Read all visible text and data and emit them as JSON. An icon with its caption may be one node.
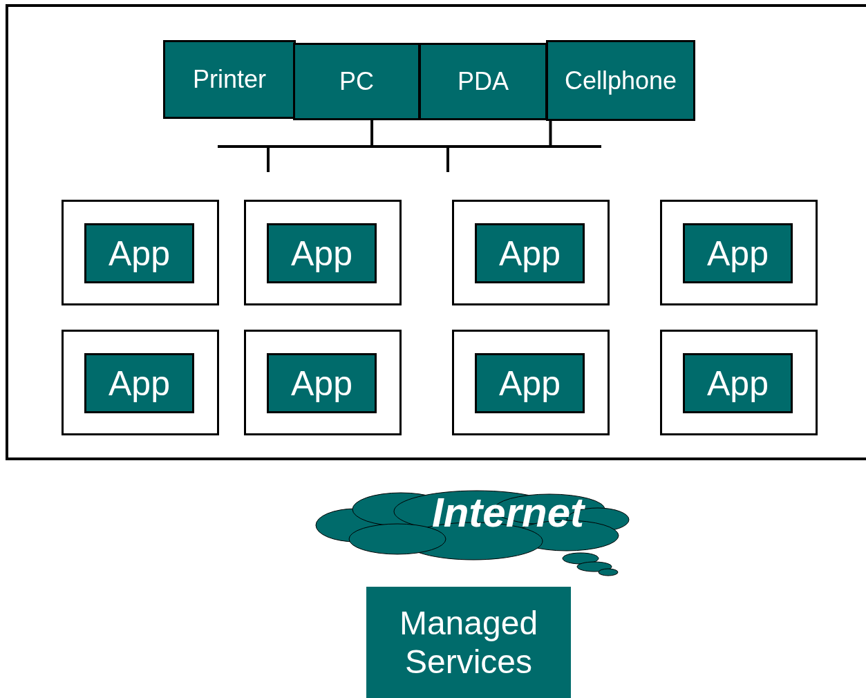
{
  "diagram": {
    "nodes": [
      {
        "text": [],
        "shape": "box"
      },
      {
        "text": [
          "Printer"
        ],
        "in": 0
      },
      {
        "text": [
          "PC"
        ],
        "in": 0
      },
      {
        "text": [
          "PDA"
        ],
        "in": 0
      },
      {
        "text": [
          "Cellphone"
        ],
        "in": 0
      },
      {
        "text": [],
        "shape": "box",
        "in": 0
      },
      {
        "text": [
          "App"
        ],
        "in": 5
      },
      {
        "text": [],
        "shape": "box",
        "in": 0
      },
      {
        "text": [
          "App"
        ],
        "in": 7
      },
      {
        "text": [],
        "shape": "box",
        "in": 0
      },
      {
        "text": [
          "App"
        ],
        "in": 9
      },
      {
        "text": [],
        "shape": "box",
        "in": 0
      },
      {
        "text": [
          "App"
        ],
        "in": 11
      },
      {
        "text": [],
        "shape": "box",
        "in": 0
      },
      {
        "text": [
          "App"
        ],
        "in": 13
      },
      {
        "text": [],
        "shape": "box",
        "in": 0
      },
      {
        "text": [
          "App"
        ],
        "in": 15
      },
      {
        "text": [],
        "shape": "box",
        "in": 0
      },
      {
        "text": [
          "App"
        ],
        "in": 17
      },
      {
        "text": [],
        "shape": "box",
        "in": 0
      },
      {
        "text": [
          "App"
        ],
        "in": 19
      },
      {
        "text": [
          "Internet"
        ]
      },
      {
        "text": [
          "Managed Services"
        ]
      }
    ],
    "edges": [
      {
        "from": 2,
        "to": 4,
        "arrow": "none"
      }
    ]
  }
}
